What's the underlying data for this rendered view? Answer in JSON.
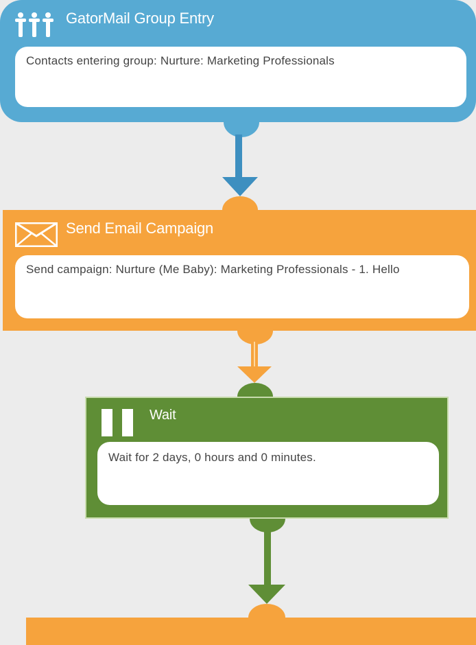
{
  "flow": {
    "entry": {
      "title": "GatorMail Group Entry",
      "description": "Contacts entering group: Nurture: Marketing Professionals",
      "icon": "group-people-icon",
      "color": "#57aad3"
    },
    "email": {
      "title": "Send Email Campaign",
      "description": "Send campaign: Nurture (Me Baby): Marketing Professionals - 1. Hello",
      "icon": "envelope-icon",
      "color": "#f6a33d"
    },
    "wait": {
      "title": "Wait",
      "description": "Wait for 2 days, 0 hours and 0 minutes.",
      "icon": "pause-icon",
      "color": "#5f8e36"
    },
    "next": {
      "color": "#f6a33d"
    }
  }
}
